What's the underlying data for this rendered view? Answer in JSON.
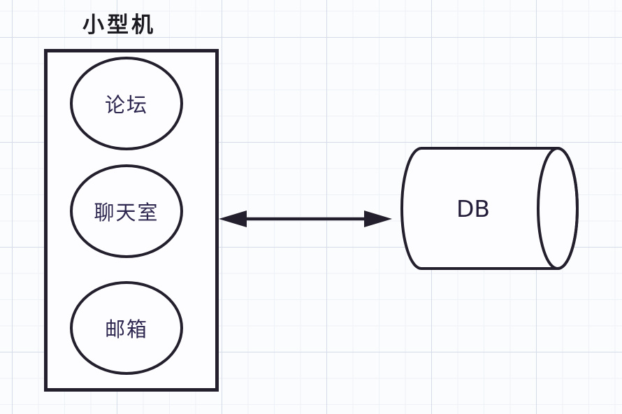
{
  "diagram": {
    "title": "小型机",
    "minicomputer": {
      "modules": [
        {
          "label": "论坛"
        },
        {
          "label": "聊天室"
        },
        {
          "label": "邮箱"
        }
      ]
    },
    "database": {
      "label": "DB"
    },
    "connection": {
      "type": "bidirectional-arrow"
    },
    "colors": {
      "stroke": "#241f2c",
      "title_text": "#1d1b22",
      "module_label_text": "#2e2750",
      "db_label_text": "#241d3a",
      "shape_fill": "#fdfdff",
      "background": "#fbfcfe",
      "grid_minor_line": "#eef1f7",
      "grid_major_line": "#d6dce7"
    }
  }
}
